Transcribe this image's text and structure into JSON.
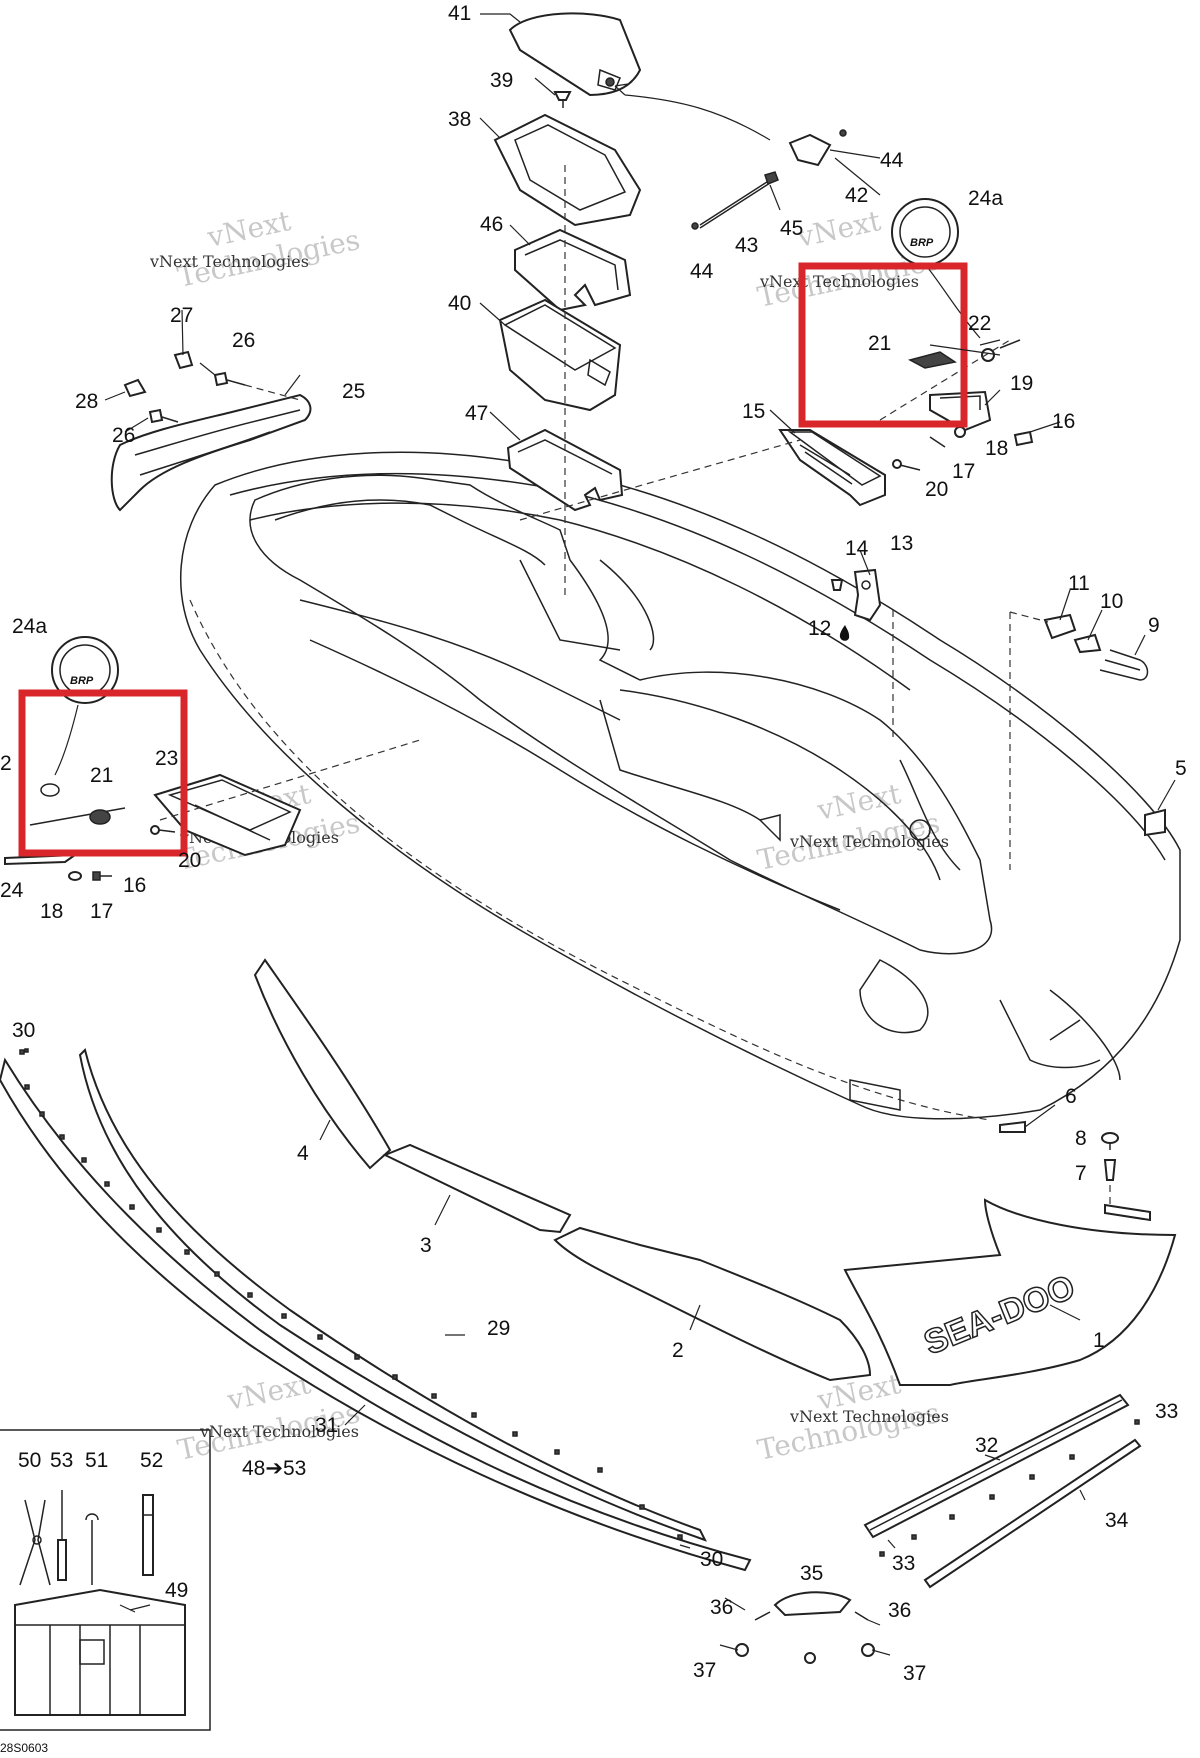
{
  "labels": {
    "n1": "1",
    "n2": "2",
    "n3": "3",
    "n4": "4",
    "n5": "5",
    "n6": "6",
    "n7": "7",
    "n8": "8",
    "n9": "9",
    "n10": "10",
    "n11": "11",
    "n12": "12",
    "n13": "13",
    "n14": "14",
    "n15": "15",
    "n16a": "16",
    "n16b": "16",
    "n17a": "17",
    "n17b": "17",
    "n18a": "18",
    "n18b": "18",
    "n19": "19",
    "n20a": "20",
    "n20b": "20",
    "n21a": "21",
    "n21b": "21",
    "n22": "22",
    "n23": "23",
    "n24": "24",
    "n24aa": "24a",
    "n24ab": "24a",
    "n25": "25",
    "n26a": "26",
    "n26b": "26",
    "n27": "27",
    "n28": "28",
    "n29": "29",
    "n30a": "30",
    "n30b": "30",
    "n31": "31",
    "n32": "32",
    "n33a": "33",
    "n33b": "33",
    "n34": "34",
    "n35": "35",
    "n36a": "36",
    "n36b": "36",
    "n37a": "37",
    "n37b": "37",
    "n38": "38",
    "n39": "39",
    "n40": "40",
    "n41": "41",
    "n42": "42",
    "n43": "43",
    "n44a": "44",
    "n44b": "44",
    "n45": "45",
    "n46": "46",
    "n47": "47",
    "n49": "49",
    "n50": "50",
    "n51": "51",
    "n52": "52",
    "n53": "53",
    "n48to53": "48➔53",
    "clipped22": "2"
  },
  "decal_text": "SEA-DOO",
  "logo_text": "BRP",
  "drawing_code": "28S0603",
  "watermark": {
    "line1": "vNext",
    "line2": "Technologies",
    "line3": "vNext Technologies"
  },
  "colors": {
    "highlight": "#d9262a",
    "ink": "#222222",
    "watermark": "#c8c8c8"
  }
}
